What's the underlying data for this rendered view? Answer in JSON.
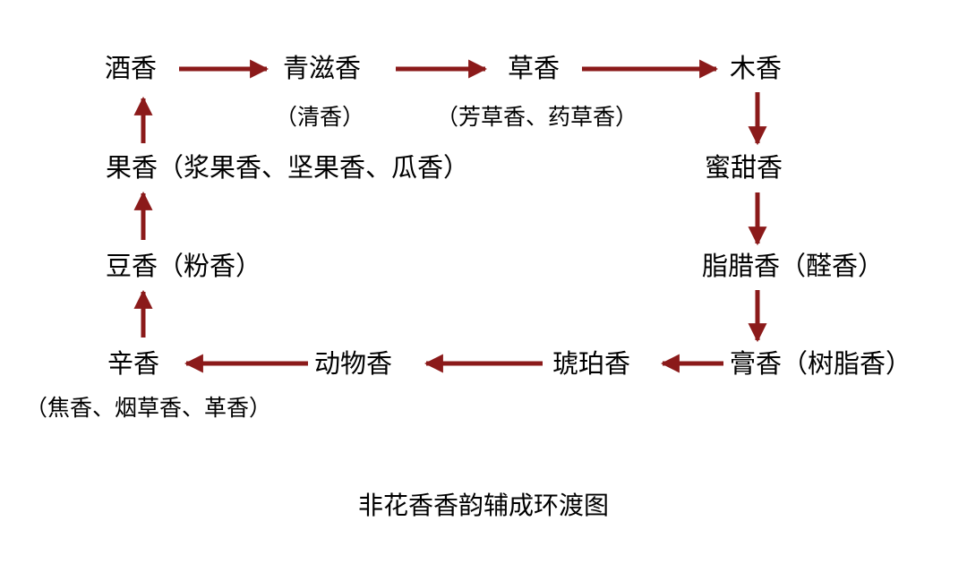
{
  "arrow_color": "#8b1a1a",
  "nodes": {
    "jiu": "酒香",
    "qingzi": "青滋香",
    "qingzi_note": "（清香）",
    "cao": "草香",
    "cao_note": "（芳草香、药草香）",
    "mu": "木香",
    "mitian": "蜜甜香",
    "zhila": "脂腊香（醛香）",
    "gao": "膏香（树脂香）",
    "hupo": "琥珀香",
    "dongwu": "动物香",
    "xin": "辛香",
    "xin_note": "（焦香、烟草香、革香）",
    "dou": "豆香（粉香）",
    "guo": "果香（浆果香、坚果香、瓜香）"
  },
  "caption": "非花香香韵辅成环渡图"
}
